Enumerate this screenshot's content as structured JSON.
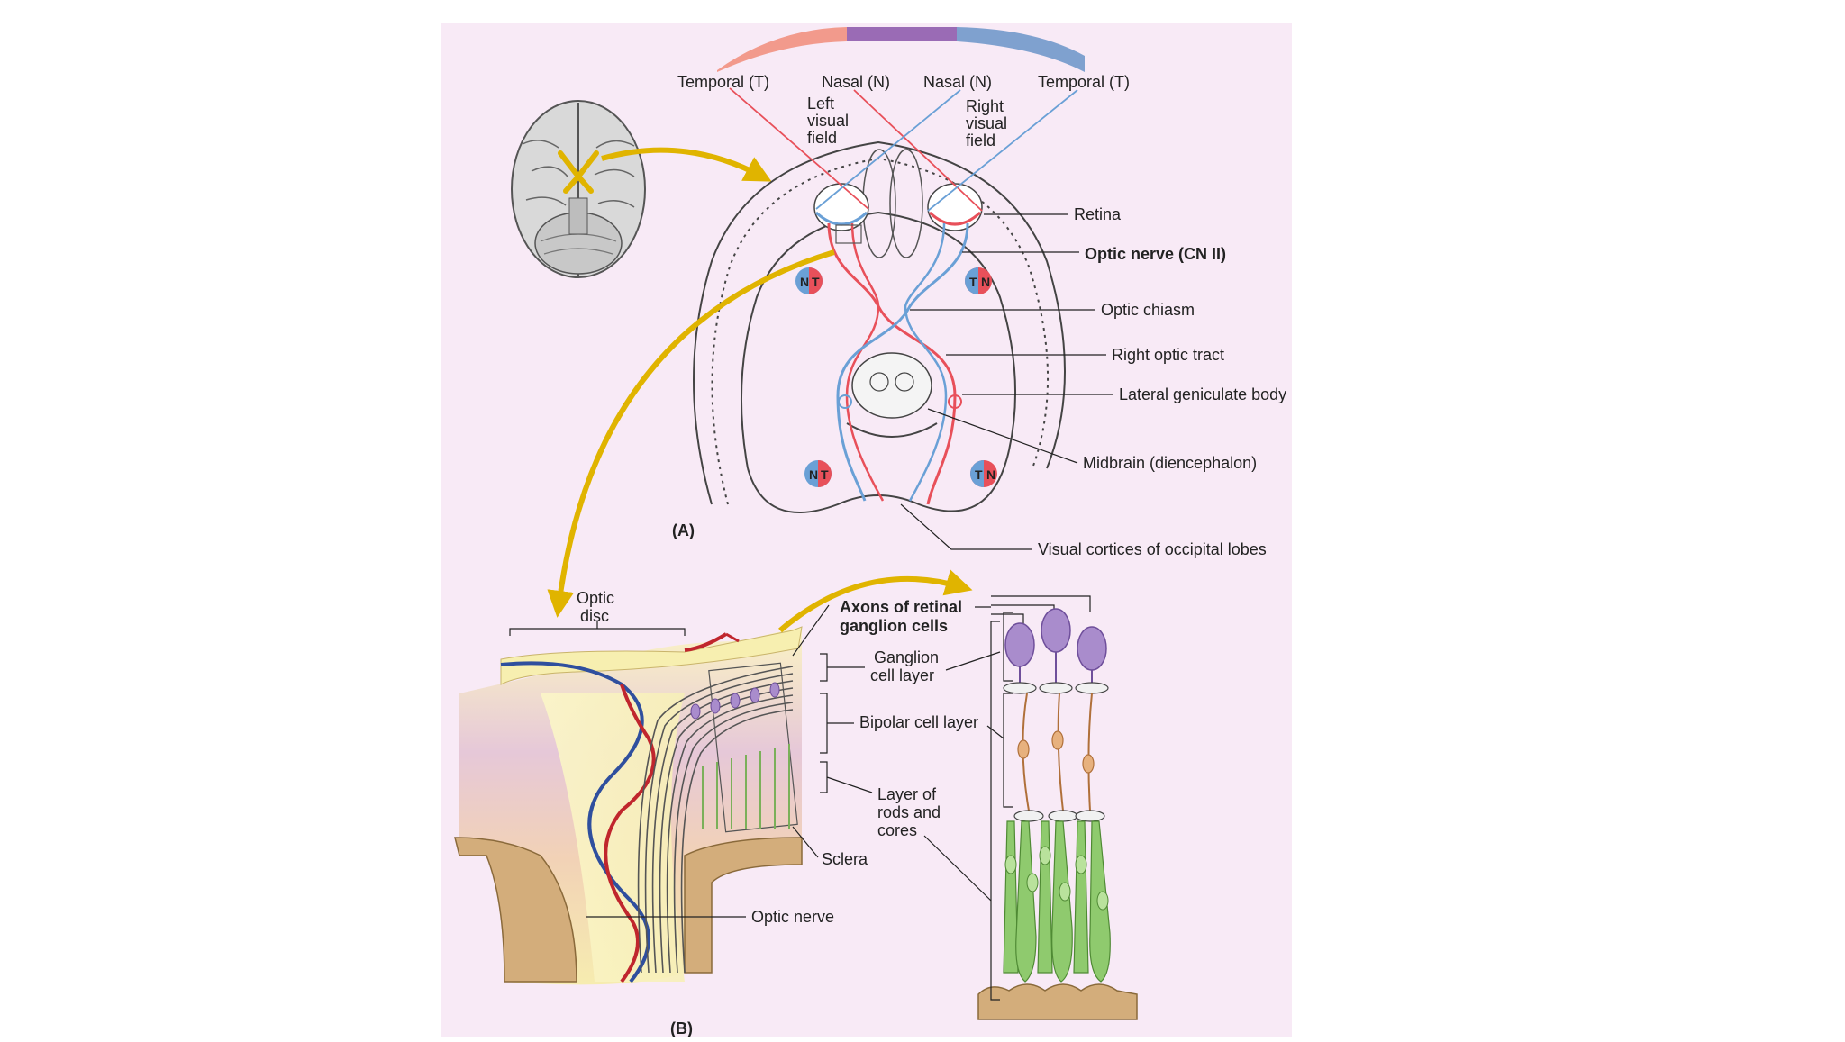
{
  "colors": {
    "panel_bg": "#f8eaf6",
    "temporal_arc": "#f29a8c",
    "nasal_arc": "#9a6bb5",
    "temporal_arc_right": "#7fa1cf",
    "left_pathway": "#6aa0d6",
    "right_pathway": "#e8505a",
    "yellow_arrow": "#e0b400",
    "ganglion_purple": "#a98ccc",
    "rod_green": "#8fca6e",
    "bipolar_orange": "#d9965b",
    "sclera_tan": "#d3ad7b"
  },
  "visual_field": {
    "labels": [
      "Temporal (T)",
      "Nasal (N)",
      "Nasal (N)",
      "Temporal (T)"
    ],
    "left_field": [
      "Left",
      "visual",
      "field"
    ],
    "right_field": [
      "Right",
      "visual",
      "field"
    ]
  },
  "badges": {
    "upper_left": [
      "N",
      "T"
    ],
    "upper_right": [
      "T",
      "N"
    ],
    "lower_left": [
      "N",
      "T"
    ],
    "lower_right": [
      "T",
      "N"
    ]
  },
  "panel_a": {
    "label": "(A)",
    "callouts": {
      "retina": "Retina",
      "optic_nerve": "Optic nerve (CN II)",
      "optic_chiasm": "Optic chiasm",
      "right_optic_tract": "Right optic tract",
      "lateral_geniculate": "Lateral geniculate body",
      "midbrain": "Midbrain (diencephalon)",
      "visual_cortices": "Visual cortices of occipital lobes"
    }
  },
  "panel_b": {
    "label": "(B)",
    "optic_disc": [
      "Optic",
      "disc"
    ],
    "axons": [
      "Axons of retinal",
      "ganglion cells"
    ],
    "ganglion_layer": [
      "Ganglion",
      "cell layer"
    ],
    "bipolar_layer": "Bipolar cell layer",
    "rods_layer": [
      "Layer of",
      "rods and",
      "cores"
    ],
    "sclera": "Sclera",
    "optic_nerve": "Optic nerve"
  }
}
